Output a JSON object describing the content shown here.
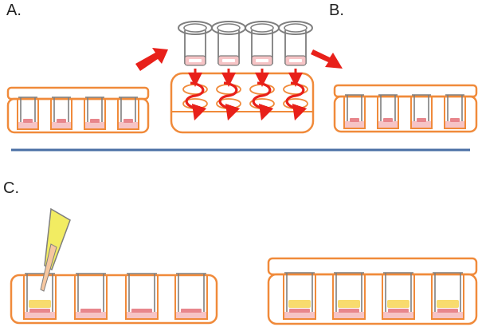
{
  "labels": {
    "a": "A.",
    "b": "B.",
    "c": "C."
  },
  "colors": {
    "orange": "#F08A3A",
    "red": "#E8201A",
    "pink": "#E8868C",
    "pink_light": "#F6C4C6",
    "yellow": "#F8DB6E",
    "gray": "#7E7E7E",
    "divider": "#4A6FA5",
    "tip_yellow": "#F2EC62",
    "tip_peach": "#F6C7A0"
  }
}
